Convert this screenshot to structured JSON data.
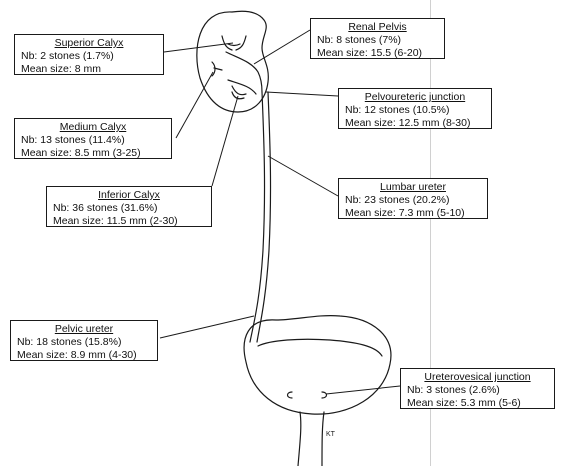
{
  "callouts": [
    {
      "id": "superior-calyx",
      "title": "Superior Calyx",
      "stones": "Nb: 2 stones (1.7%)",
      "size": "Mean size: 8 mm"
    },
    {
      "id": "renal-pelvis",
      "title": "Renal Pelvis",
      "stones": "Nb: 8 stones (7%)",
      "size": "Mean size: 15.5 (6-20)"
    },
    {
      "id": "medium-calyx",
      "title": "Medium Calyx",
      "stones": "Nb: 13 stones (11.4%)",
      "size": "Mean size: 8.5 mm (3-25)"
    },
    {
      "id": "pelvoureteric-junction",
      "title": "Pelvoureteric junction",
      "stones": "Nb: 12 stones (10.5%)",
      "size": "Mean size: 12.5 mm (8-30)"
    },
    {
      "id": "inferior-calyx",
      "title": "Inferior Calyx",
      "stones": "Nb: 36 stones (31.6%)",
      "size": "Mean size: 11.5 mm (2-30)"
    },
    {
      "id": "lumbar-ureter",
      "title": "Lumbar ureter",
      "stones": "Nb: 23 stones (20.2%)",
      "size": "Mean size: 7.3 mm (5-10)"
    },
    {
      "id": "pelvic-ureter",
      "title": "Pelvic ureter",
      "stones": "Nb: 18 stones (15.8%)",
      "size": "Mean size: 8.9 mm (4-30)"
    },
    {
      "id": "ureterovesical-junction",
      "title": "Ureterovesical junction",
      "stones": "Nb: 3 stones (2.6%)",
      "size": "Mean size: 5.3 mm (5-6)"
    }
  ],
  "artist_initials": "KT",
  "colors": {
    "line": "#1a1a1a",
    "guide": "#d0d0d0"
  }
}
